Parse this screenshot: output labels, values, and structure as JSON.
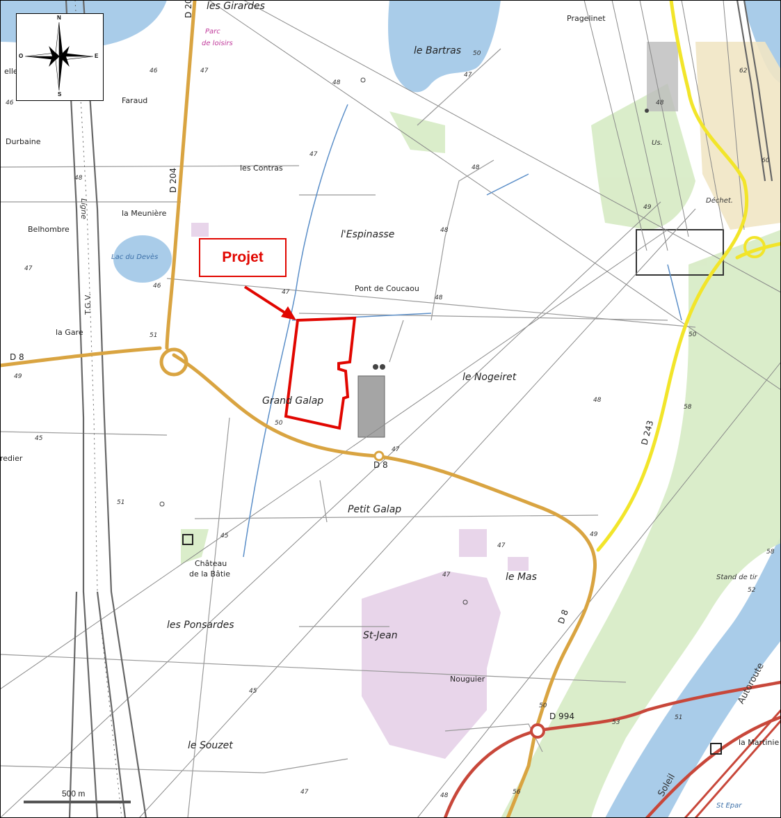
{
  "map": {
    "places": {
      "les_girardes": "les Girardes",
      "parc": "Parc",
      "de_loisirs": "de loisirs",
      "le_bartras": "le Bartras",
      "pragelinet": "Pragelinet",
      "faraud": "Faraud",
      "durbaine": "Durbaine",
      "les_contras": "les Contras",
      "la_meuniere": "la Meunière",
      "belhombre": "Belhombre",
      "lac_du_deves": "Lac du Devès",
      "l_espinasse": "l'Espinasse",
      "pont_de_coucaou": "Pont de Coucaou",
      "la_gare": "la Gare",
      "le_nogeiret": "le Nogeiret",
      "grand_galap": "Grand Galap",
      "petit_galap": "Petit Galap",
      "chateau": "Château",
      "de_la_batie": "de la Bâtie",
      "le_mas": "le Mas",
      "les_ponsardes": "les Ponsardes",
      "st_jean": "St-Jean",
      "nouguier": "Nouguier",
      "le_souzet": "le Souzet",
      "la_martinie": "la Martinie",
      "stand_de_tir": "Stand de tir",
      "dechet": "Déchet.",
      "us": "Us.",
      "redier": "redier",
      "elle": "elle",
      "ligne": "Ligne",
      "tgv": "T.G.V.",
      "soleil": "Soleil",
      "autoroute": "Autoroute",
      "st_epar": "St Epar"
    },
    "roads": {
      "d204": "D 204",
      "d20": "D 20",
      "d8_west": "D 8",
      "d8_center": "D 8",
      "d8_south": "D 8",
      "d243": "D 243",
      "d994": "D 994"
    },
    "elevations": {
      "e46a": "46",
      "e47a": "47",
      "e48a": "48",
      "e50a": "50",
      "e47b": "47",
      "e48b": "48",
      "e62": "62",
      "e60": "60",
      "e47c": "47",
      "e48c": "48",
      "e49a": "49",
      "e48d": "48",
      "e47d": "47",
      "e46b": "46",
      "e47e": "47",
      "e48e": "48",
      "e50b": "50",
      "e51a": "51",
      "e49b": "49",
      "e45a": "45",
      "e50c": "50",
      "e47f": "47",
      "e48f": "48",
      "e58a": "58",
      "e51b": "51",
      "e45b": "45",
      "e47g": "47",
      "e47h": "47",
      "e49c": "49",
      "e58b": "58",
      "e52": "52",
      "e45c": "45",
      "e50d": "50",
      "e53": "53",
      "e51c": "51",
      "e47i": "47",
      "e48g": "48",
      "e56": "56",
      "e48h": "48",
      "e46c": "46"
    },
    "projet_label": "Projet",
    "scale_label": "500 m",
    "compass": {
      "n": "N",
      "s": "S",
      "e": "E",
      "o": "O"
    },
    "colors": {
      "project_outline": "#e10600",
      "secondary_road": "#d9a441",
      "primary_road": "#f2e52a",
      "motorway": "#c8473a",
      "water": "#a9cce9",
      "forest": "#d6ebc4",
      "industrial": "#e8d5ea"
    }
  }
}
